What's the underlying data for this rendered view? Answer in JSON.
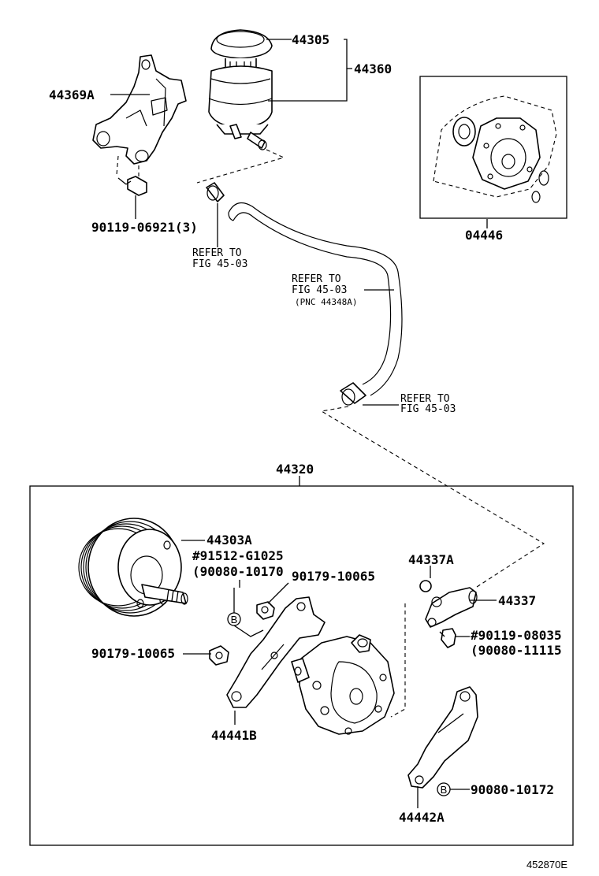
{
  "labels": {
    "p44305": "44305",
    "p44360": "44360",
    "p44369A": "44369A",
    "p90119_06921": "90119-06921(3)",
    "p04446": "04446",
    "refer1": "REFER TO",
    "fig1": "FIG 45-03",
    "refer2": "REFER TO",
    "fig2": "FIG 45-03",
    "pnc2": "(PNC 44348A)",
    "refer3": "REFER TO",
    "fig3": "FIG 45-03",
    "p44320": "44320",
    "p44303A": "44303A",
    "p91512": "#91512-G1025",
    "p90080_10170": "(90080-10170",
    "p90179_a": "90179-10065",
    "p44337A": "44337A",
    "p44337": "44337",
    "p90119_08035": "#90119-08035",
    "p90080_11115": "(90080-11115",
    "p90179_b": "90179-10065",
    "p44441B": "44441B",
    "p90080_10172": "90080-10172",
    "p44442A": "44442A",
    "circleB1": "B",
    "circleB2": "B",
    "code": "452870E"
  }
}
